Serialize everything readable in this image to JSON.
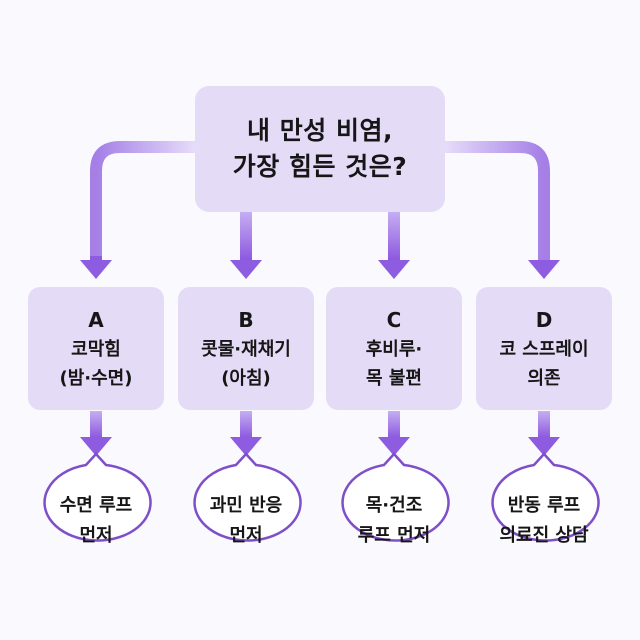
{
  "question": {
    "line1": "내 만성 비염,",
    "line2": "가장 힘든 것은?"
  },
  "options": [
    {
      "letter": "A",
      "line1": "코막힘",
      "line2": "(밤·수면)",
      "result1": "수면 루프",
      "result2": "먼저"
    },
    {
      "letter": "B",
      "line1": "콧물·재채기",
      "line2": "(아침)",
      "result1": "과민 반응",
      "result2": "먼저"
    },
    {
      "letter": "C",
      "line1": "후비루·",
      "line2": "목 불편",
      "result1": "목·건조",
      "result2": "루프 먼저"
    },
    {
      "letter": "D",
      "line1": "코 스프레이",
      "line2": "의존",
      "result1": "반동 루프",
      "result2": "의료진 상담"
    }
  ],
  "colors": {
    "box": "#e4dcf7",
    "arrow": "#8e5ce0",
    "bubble_border": "#7f4fc9",
    "text": "#161616"
  }
}
